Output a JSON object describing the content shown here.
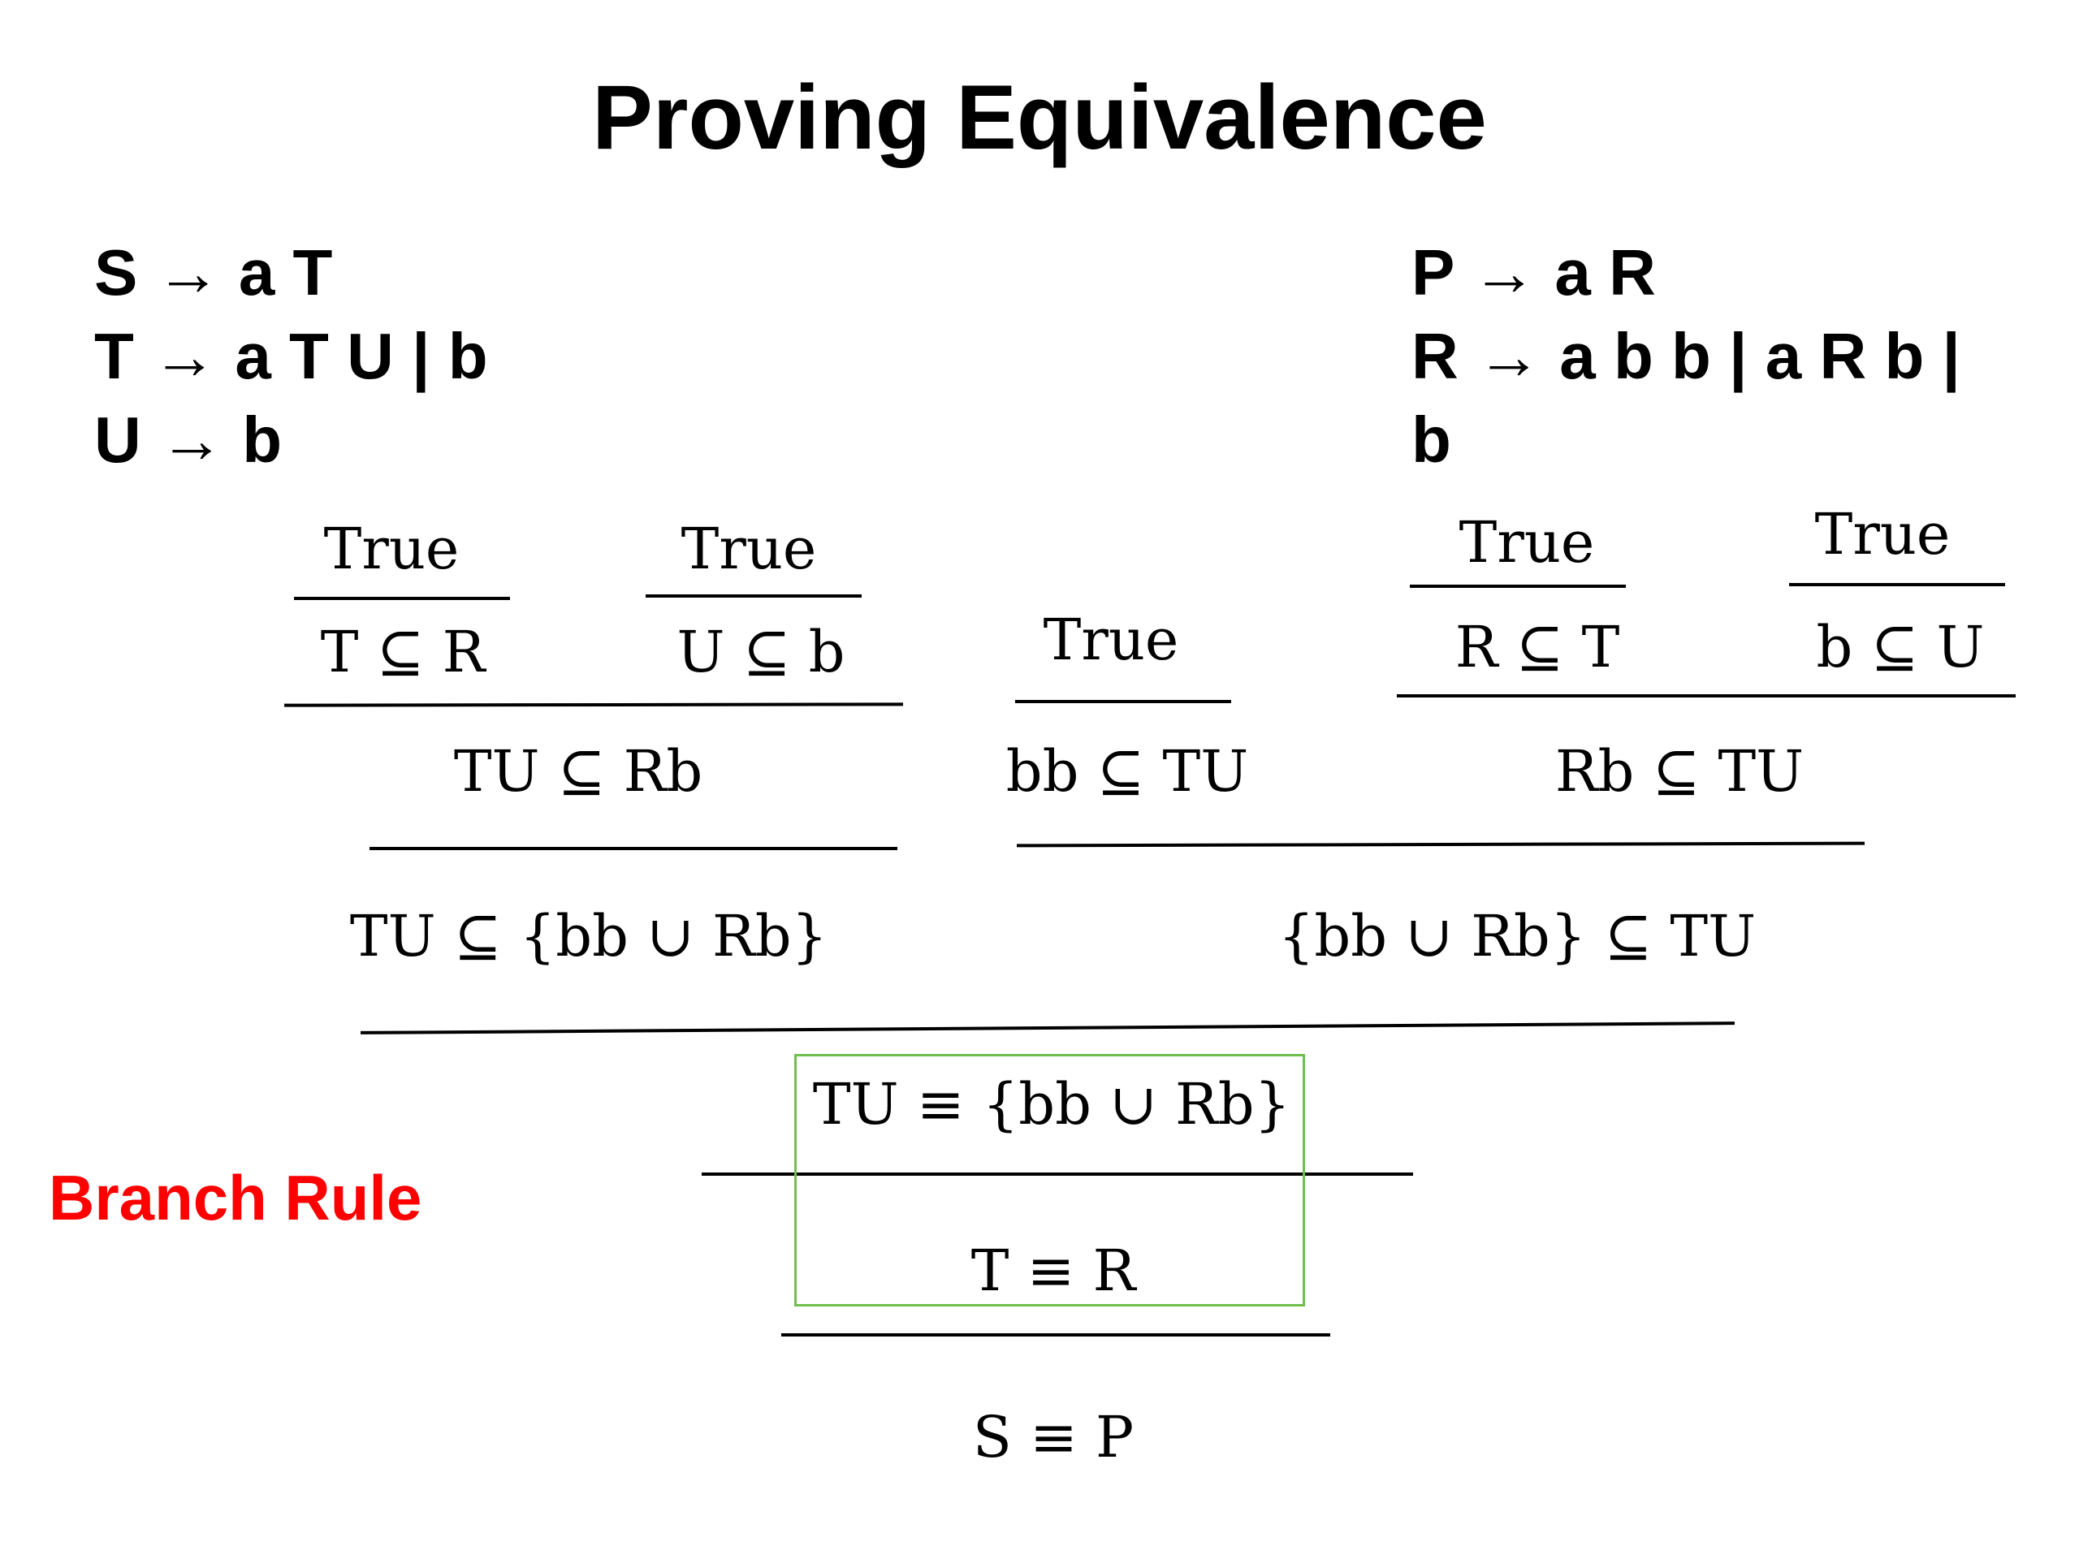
{
  "title": "Proving Equivalence",
  "grammar_left": [
    "S → a T",
    "T → a T U | b",
    "U → b"
  ],
  "grammar_right": [
    "P → a R",
    "R → a b b | a R b |",
    "b"
  ],
  "proof": {
    "leaf_true": "True",
    "t_sub_r": "T ⊆ R",
    "u_sub_b": "U ⊆ b",
    "r_sub_t": "R ⊆ T",
    "b_sub_u": "b ⊆ U",
    "tu_sub_rb": "TU ⊆ Rb",
    "bb_sub_tu": "bb ⊆ TU",
    "rb_sub_tu": "Rb ⊆ TU",
    "tu_sub_union": "TU ⊆ {bb ∪ Rb}",
    "union_sub_tu": "{bb ∪ Rb} ⊆ TU",
    "tu_equiv_union": "TU ≡ {bb ∪ Rb}",
    "t_equiv_r": "T ≡ R",
    "s_equiv_p": "S ≡ P"
  },
  "branch_rule_label": "Branch Rule",
  "colors": {
    "branch_rule": "#ff0000",
    "highlight_box": "#6fbf4f"
  }
}
